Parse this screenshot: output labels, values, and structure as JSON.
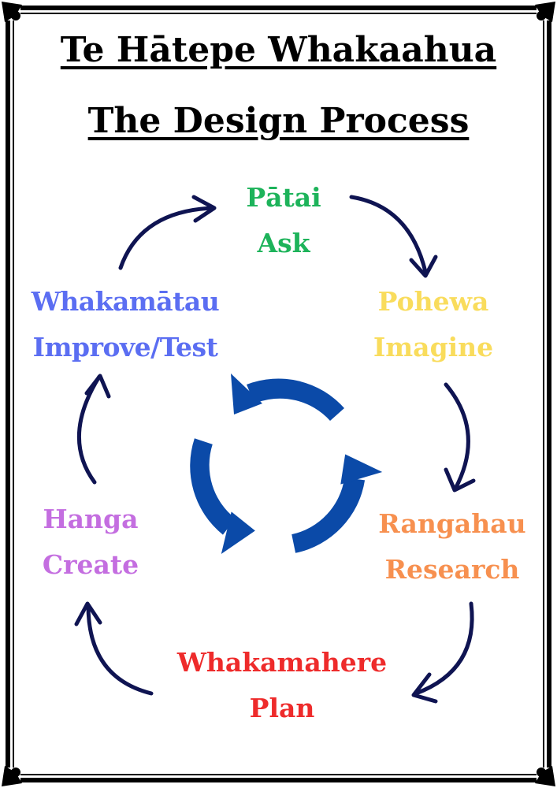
{
  "title": {
    "line1": "Te Hātepe Whakaahua",
    "line2": "The Design Process"
  },
  "stages": [
    {
      "maori": "Pātai",
      "english": "Ask",
      "color": "#1db35a"
    },
    {
      "maori": "Pohewa",
      "english": "Imagine",
      "color": "#f9dc5c"
    },
    {
      "maori": "Rangahau",
      "english": "Research",
      "color": "#f7904f"
    },
    {
      "maori": "Whakamahere",
      "english": "Plan",
      "color": "#ee2b2b"
    },
    {
      "maori": "Hanga",
      "english": "Create",
      "color": "#c46ee0"
    },
    {
      "maori": "Whakamātau",
      "english": "Improve/Test",
      "color": "#5b6ef2"
    }
  ],
  "colors": {
    "arrow": "#0f1452",
    "cycle_icon": "#0b4aa8",
    "frame": "#000000"
  },
  "icons": {
    "center": "refresh-cycle-icon",
    "connector": "curved-arrow-icon"
  }
}
